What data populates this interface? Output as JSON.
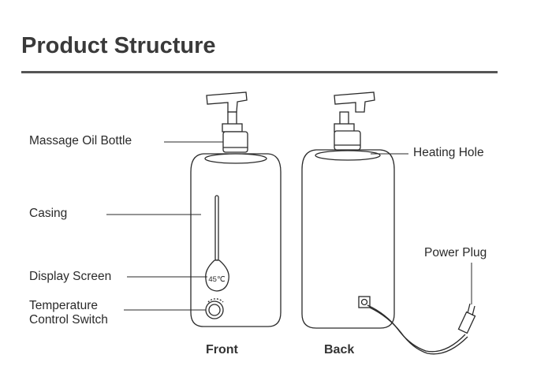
{
  "title": "Product Structure",
  "labels": {
    "massage_oil_bottle": "Massage Oil Bottle",
    "casing": "Casing",
    "display_screen": "Display Screen",
    "temperature_line1": "Temperature",
    "temperature_line2": "Control Switch",
    "heating_hole": "Heating Hole",
    "power_plug": "Power Plug"
  },
  "display_value": "45℃",
  "views": {
    "front": "Front",
    "back": "Back"
  }
}
